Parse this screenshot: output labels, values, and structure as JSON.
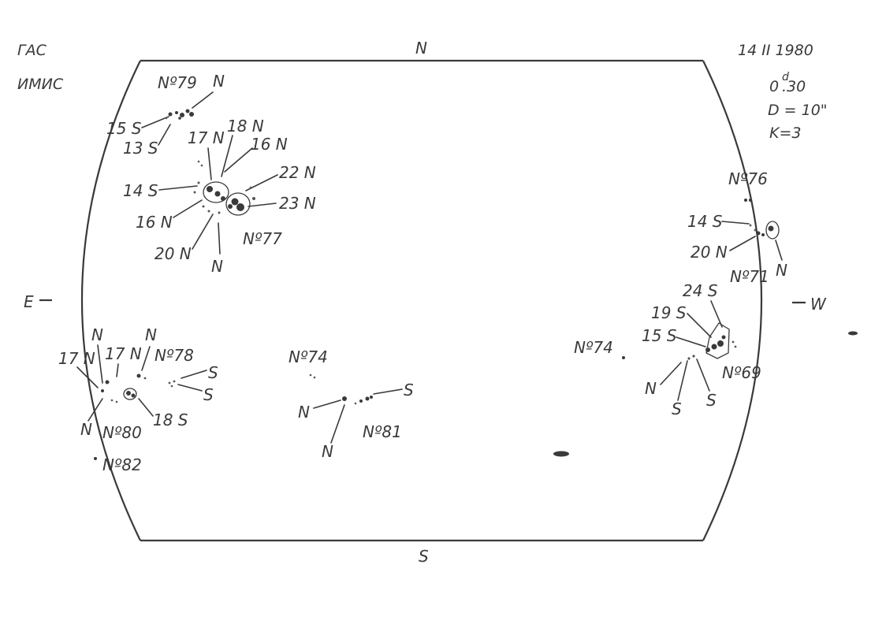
{
  "header": {
    "observatory_line1": "ГАС",
    "observatory_line2": "ИМИС",
    "date": "14 II 1980",
    "time_base": "0",
    "time_sup": "d",
    "time_frac": ".30",
    "diameter": "D = 10\"",
    "k_value": "K=3"
  },
  "directions": {
    "north": "N",
    "south": "S",
    "east": "E",
    "west": "W"
  },
  "regions": [
    {
      "number": "Nº79",
      "labels": [
        "N",
        "15 S",
        "13 S"
      ]
    },
    {
      "number": "Nº77",
      "labels": [
        "17 N",
        "18 N",
        "16 N",
        "22 N",
        "14 S",
        "23 N",
        "16 N",
        "20 N",
        "N"
      ]
    },
    {
      "number": "Nº76",
      "labels": [
        "14 S",
        "20 N",
        "N"
      ]
    },
    {
      "number": "Nº71",
      "labels": []
    },
    {
      "number": "Nº69",
      "labels": [
        "24 S",
        "19 S",
        "15 S",
        "N",
        "S",
        "S"
      ]
    },
    {
      "number": "Nº74",
      "labels": []
    },
    {
      "number": "Nº78",
      "labels": [
        "N",
        "N",
        "17 N",
        "17 N",
        "S",
        "S"
      ]
    },
    {
      "number": "Nº80",
      "labels": [
        "N",
        "18 S"
      ]
    },
    {
      "number": "Nº82",
      "labels": []
    },
    {
      "number": "Nº74",
      "labels": []
    },
    {
      "number": "Nº81",
      "labels": [
        "S",
        "N",
        "N"
      ]
    }
  ]
}
